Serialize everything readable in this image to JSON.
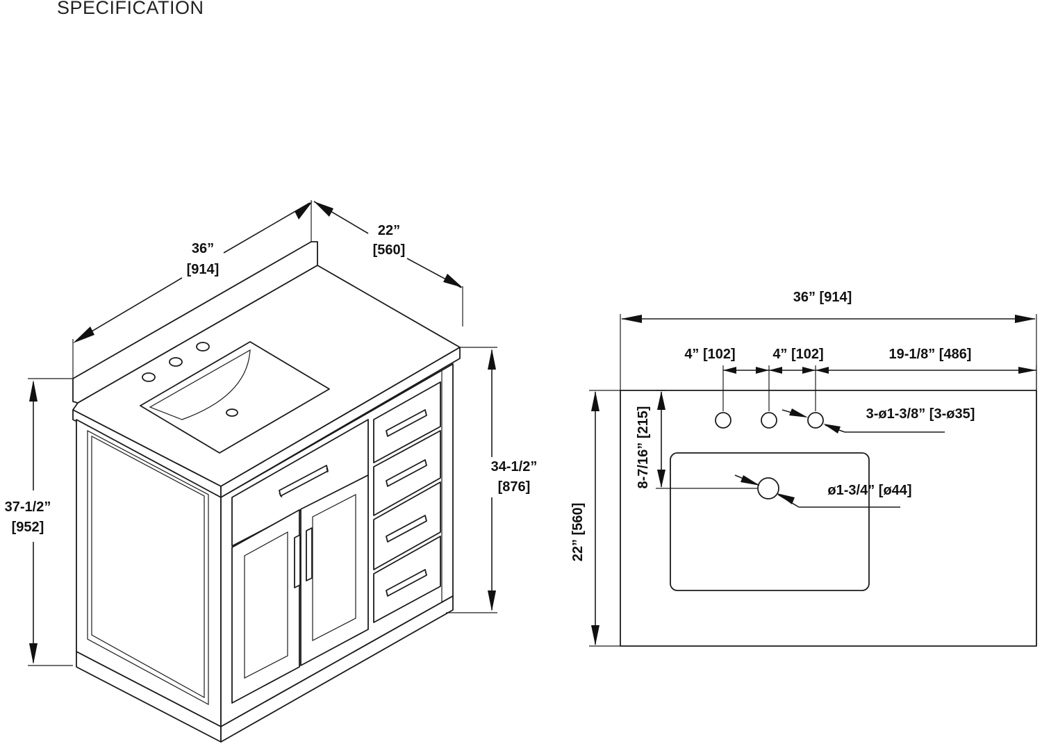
{
  "header": {
    "title": "SPECIFICATION"
  },
  "iso_view": {
    "width_in": "36”",
    "width_mm": "[914]",
    "depth_in": "22”",
    "depth_mm": "[560]",
    "total_height_in": "37-1/2”",
    "total_height_mm": "[952]",
    "counter_height_in": "34-1/2”",
    "counter_height_mm": "[876]"
  },
  "top_view": {
    "width_label": "36” [914]",
    "faucet_spacing_1": "4” [102]",
    "faucet_spacing_2": "4” [102]",
    "right_offset": "19-1/8” [486]",
    "faucet_holes": "3-ø1-3/8” [3-ø35]",
    "hole_depth": "8-7/16” [215]",
    "drain_hole": "ø1-3/4” [ø44]",
    "depth_label": "22” [560]"
  }
}
